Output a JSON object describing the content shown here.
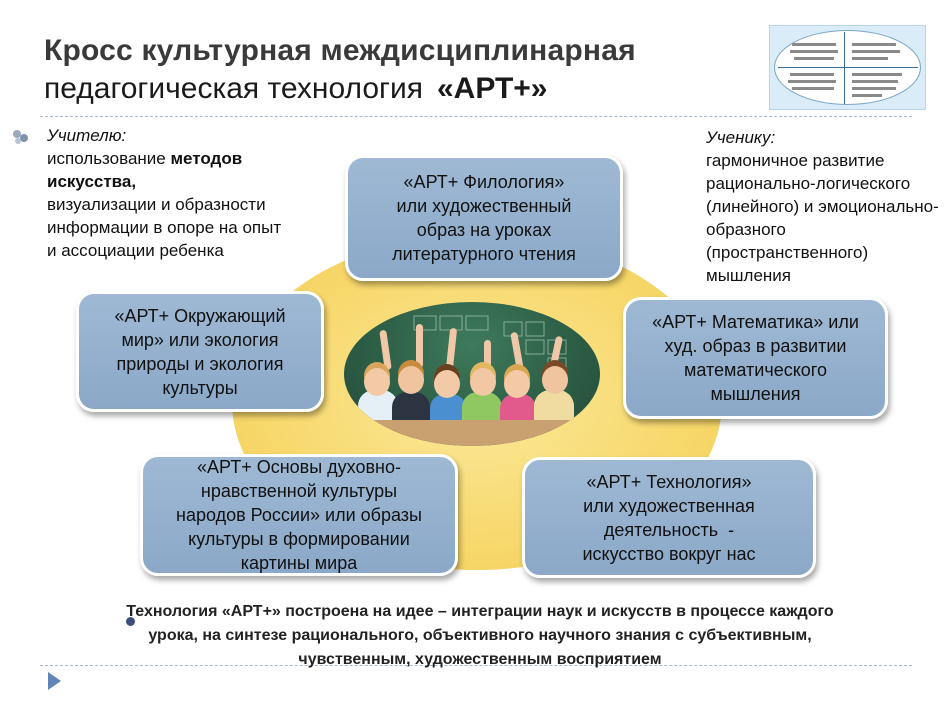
{
  "title": {
    "line1": "Кросс культурная междисциплинарная",
    "line2_regular": "педагогическая технология",
    "line2_bold": "«АРТ+»"
  },
  "teacher": {
    "heading": "Учителю:",
    "text_part1": "использование ",
    "text_bold": "методов искусства,",
    "text_part2": "визуализации и образности информации в опоре на опыт и ассоциации ребенка"
  },
  "student": {
    "heading": "Ученику:",
    "text": "гармоничное развитие рационально-логического (линейного) и эмоционально-образного (пространственного) мышления"
  },
  "boxes": {
    "philology": [
      "«АРТ+ Филология»",
      "или художественный",
      "образ на уроках",
      "литературного чтения"
    ],
    "world": [
      "«АРТ+ Окружающий",
      "мир» или экология",
      "природы и экология",
      "культуры"
    ],
    "math": [
      "«АРТ+ Математика» или",
      "худ. образ в развитии",
      "математического",
      "мышления"
    ],
    "spiritual": [
      "«АРТ+ Основы духовно-",
      "нравственной культуры",
      "народов России» или образы",
      "культуры в формировании",
      "картины мира"
    ],
    "technology": [
      "«АРТ+ Технология»",
      "или художественная",
      "деятельность  -",
      "искусство вокруг нас"
    ]
  },
  "bottom_text": "Технология «АРТ+» построена на идее – интеграции наук и искусств в процессе каждого урока, на синтезе рационального, объективного научного знания с субъективным, чувственным, художественным восприятием",
  "colors": {
    "box_fill": "#8ba8c8",
    "ellipse_fill": "#f7d86c",
    "title_gray": "#3a3a3a"
  },
  "icons": [
    "slide-bullet-icon",
    "bullet-dot-icon",
    "play-triangle-icon"
  ]
}
